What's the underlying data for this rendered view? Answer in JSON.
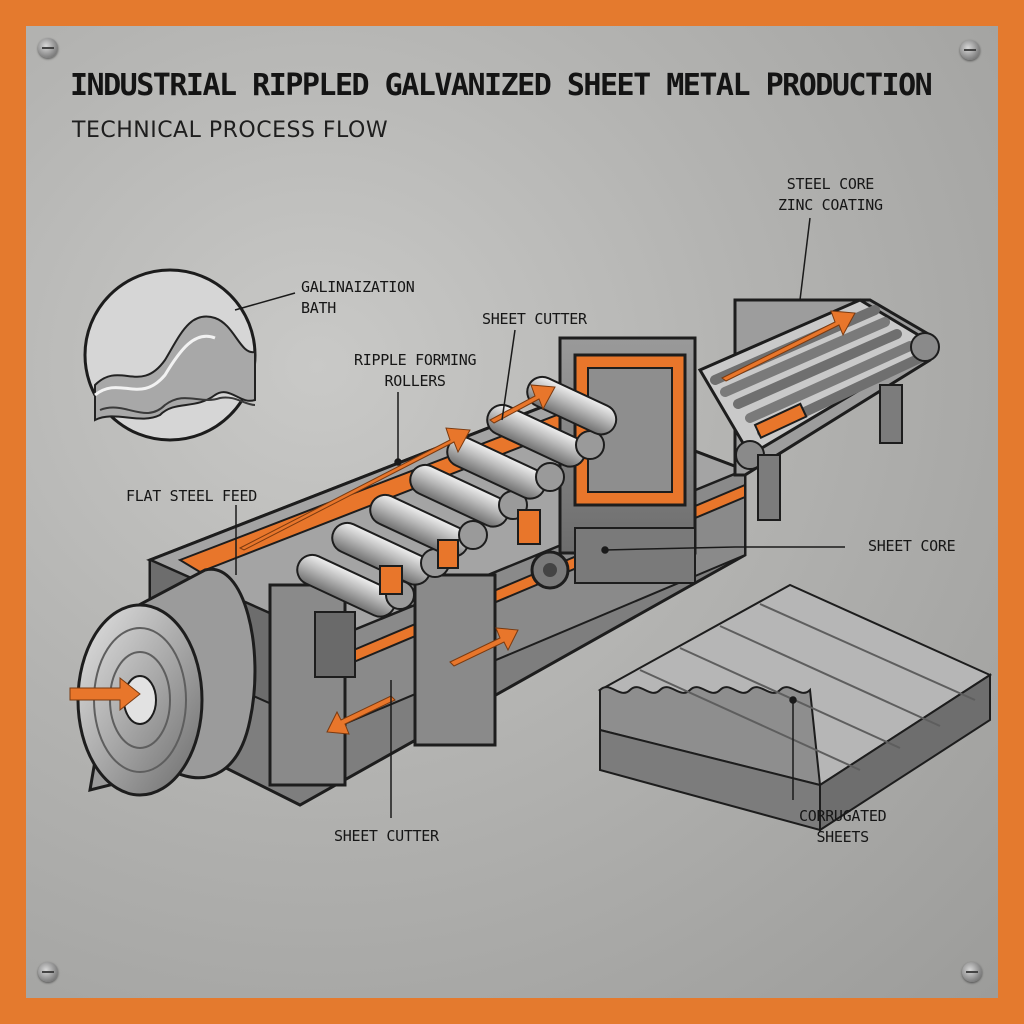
{
  "title": "INDUSTRIAL RIPPLED GALVANIZED SHEET METAL PRODUCTION",
  "subtitle": "TECHNICAL PROCESS FLOW",
  "labels": {
    "galvanization_bath": [
      "GALINAIZATION",
      "BATH"
    ],
    "sheet_cutter_top": "SHEET CUTTER",
    "ripple_forming_rollers": [
      "RIPPLE FORMING",
      "ROLLERS"
    ],
    "flat_steel_feed": "FLAT STEEL FEED",
    "steel_core_zinc_coating": [
      "STEEL CORE",
      "ZINC COATING"
    ],
    "sheet_core": "SHEET CORE",
    "sheet_cutter_bottom": "SHEET CUTTER",
    "corrugated_sheets": [
      "CORRUGATED",
      "SHEETS"
    ]
  },
  "colors": {
    "frame": "#e47a2e",
    "panel": "#b5b5b3",
    "accent": "#e8762b",
    "steel": "#8e8e8e",
    "text": "#141414"
  },
  "icons": [
    "screw-icon",
    "flow-arrow-icon"
  ]
}
